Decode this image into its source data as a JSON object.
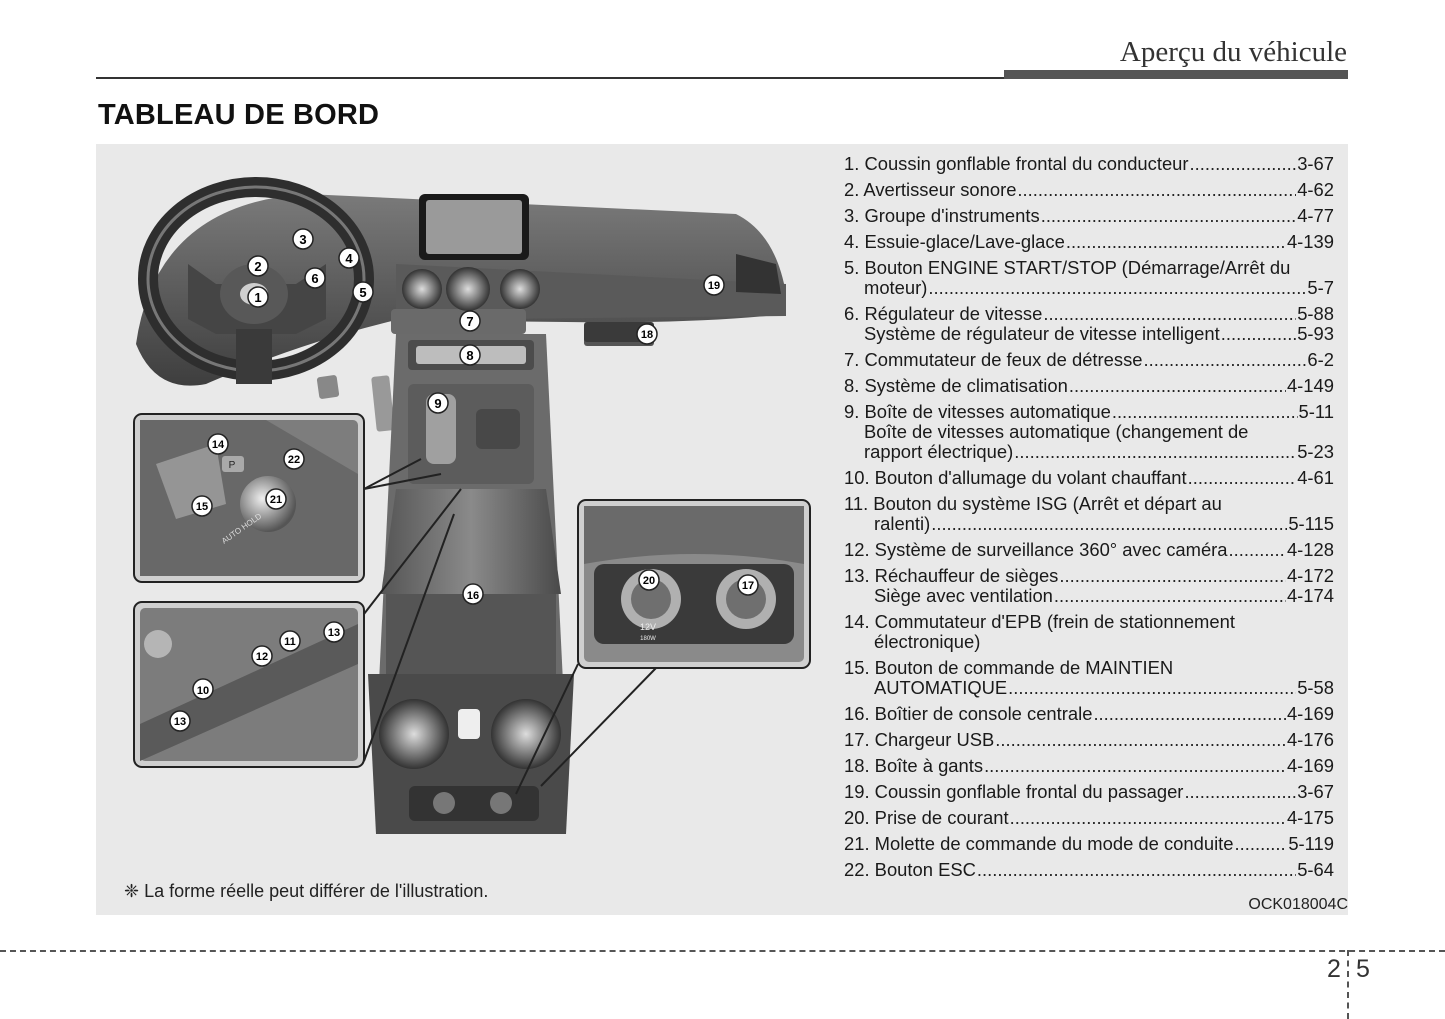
{
  "header": {
    "section_title": "Aperçu du véhicule"
  },
  "page": {
    "title": "TABLEAU DE BORD",
    "number_left": "2",
    "number_right": "5"
  },
  "illustration": {
    "callouts": [
      "1",
      "2",
      "3",
      "4",
      "5",
      "6",
      "7",
      "8",
      "9",
      "10",
      "11",
      "12",
      "13",
      "14",
      "15",
      "16",
      "17",
      "18",
      "19",
      "20",
      "21",
      "22",
      "13"
    ],
    "outlet_label": "12V",
    "outlet_sub": "180W",
    "hold_label": "AUTO HOLD"
  },
  "legend": [
    {
      "lines": [
        {
          "label": "1. Coussin gonflable frontal du conducteur",
          "page": "3-67"
        }
      ]
    },
    {
      "lines": [
        {
          "label": "2. Avertisseur sonore",
          "page": "4-62"
        }
      ]
    },
    {
      "lines": [
        {
          "label": "3. Groupe d'instruments",
          "page": "4-77"
        }
      ]
    },
    {
      "lines": [
        {
          "label": "4. Essuie-glace/Lave-glace",
          "page": "4-139"
        }
      ]
    },
    {
      "lines": [
        {
          "label": "5. Bouton ENGINE START/STOP (Démarrage/Arrêt du",
          "page": ""
        },
        {
          "label": "moteur)",
          "page": "5-7"
        }
      ]
    },
    {
      "lines": [
        {
          "label": "6. Régulateur de vitesse",
          "page": "5-88"
        },
        {
          "label": "Système de régulateur de vitesse intelligent",
          "page": "5-93"
        }
      ]
    },
    {
      "lines": [
        {
          "label": "7. Commutateur de feux de détresse",
          "page": "6-2"
        }
      ]
    },
    {
      "lines": [
        {
          "label": "8. Système de climatisation",
          "page": "4-149"
        }
      ]
    },
    {
      "lines": [
        {
          "label": "9. Boîte de vitesses automatique",
          "page": "5-11"
        },
        {
          "label": "Boîte de vitesses automatique (changement de",
          "page": ""
        },
        {
          "label": "rapport électrique)",
          "page": "5-23"
        }
      ]
    },
    {
      "lines": [
        {
          "label": "10. Bouton d'allumage du volant chauffant",
          "page": "4-61"
        }
      ]
    },
    {
      "lines": [
        {
          "label": "11. Bouton du système ISG (Arrêt et départ au",
          "page": ""
        },
        {
          "label": "ralenti)",
          "page": "5-115"
        }
      ]
    },
    {
      "lines": [
        {
          "label": "12. Système de surveillance 360° avec caméra",
          "page": "4-128"
        }
      ]
    },
    {
      "lines": [
        {
          "label": "13. Réchauffeur de sièges",
          "page": "4-172"
        },
        {
          "label": "Siège avec ventilation",
          "page": "4-174"
        }
      ]
    },
    {
      "lines": [
        {
          "label": "14. Commutateur d'EPB (frein de stationnement",
          "page": ""
        },
        {
          "label": "électronique)",
          "page": ""
        }
      ]
    },
    {
      "lines": [
        {
          "label": "15. Bouton de commande de MAINTIEN",
          "page": ""
        },
        {
          "label": "AUTOMATIQUE",
          "page": "5-58"
        }
      ]
    },
    {
      "lines": [
        {
          "label": "16. Boîtier de console centrale",
          "page": "4-169"
        }
      ]
    },
    {
      "lines": [
        {
          "label": "17. Chargeur USB",
          "page": "4-176"
        }
      ]
    },
    {
      "lines": [
        {
          "label": "18. Boîte à gants",
          "page": "4-169"
        }
      ]
    },
    {
      "lines": [
        {
          "label": "19. Coussin gonflable frontal du passager",
          "page": "3-67"
        }
      ]
    },
    {
      "lines": [
        {
          "label": "20. Prise de courant",
          "page": "4-175"
        }
      ]
    },
    {
      "lines": [
        {
          "label": "21. Molette de commande du mode de conduite",
          "page": "5-119"
        }
      ]
    },
    {
      "lines": [
        {
          "label": "22. Bouton ESC",
          "page": "5-64"
        }
      ]
    }
  ],
  "footnote": "❈ La forme réelle peut différer de l'illustration.",
  "figure_code": "OCK018004C",
  "colors": {
    "panel": "#e9e9e9",
    "rule": "#555555",
    "text": "#1a1a1a"
  }
}
